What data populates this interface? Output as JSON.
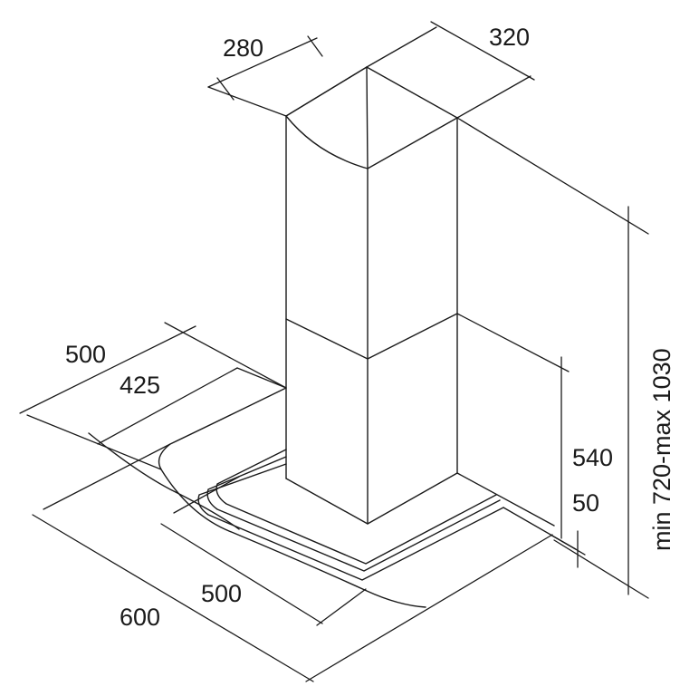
{
  "dimensions": {
    "chimney_depth": "280",
    "chimney_width": "320",
    "hood_depth_outer": "500",
    "hood_depth_inner": "425",
    "hood_width_inner": "500",
    "hood_width_outer": "600",
    "chimney_upper_height": "540",
    "canopy_height": "50",
    "total_height": "min 720-max 1030"
  }
}
